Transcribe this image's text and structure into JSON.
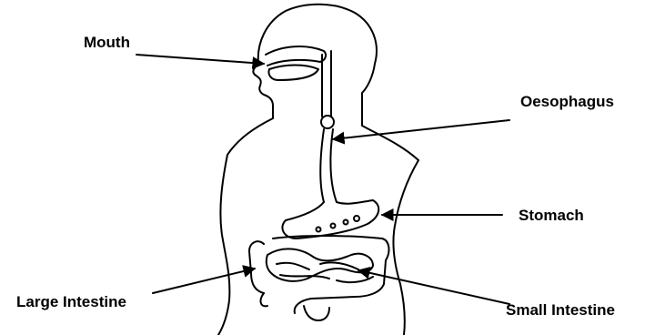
{
  "labels": {
    "mouth": "Mouth",
    "oesophagus": "Oesophagus",
    "stomach": "Stomach",
    "large_intestine": "Large Intestine",
    "small_intestine": "Small Intestine"
  },
  "colors": {
    "ink": "#000000",
    "background": "#ffffff"
  }
}
